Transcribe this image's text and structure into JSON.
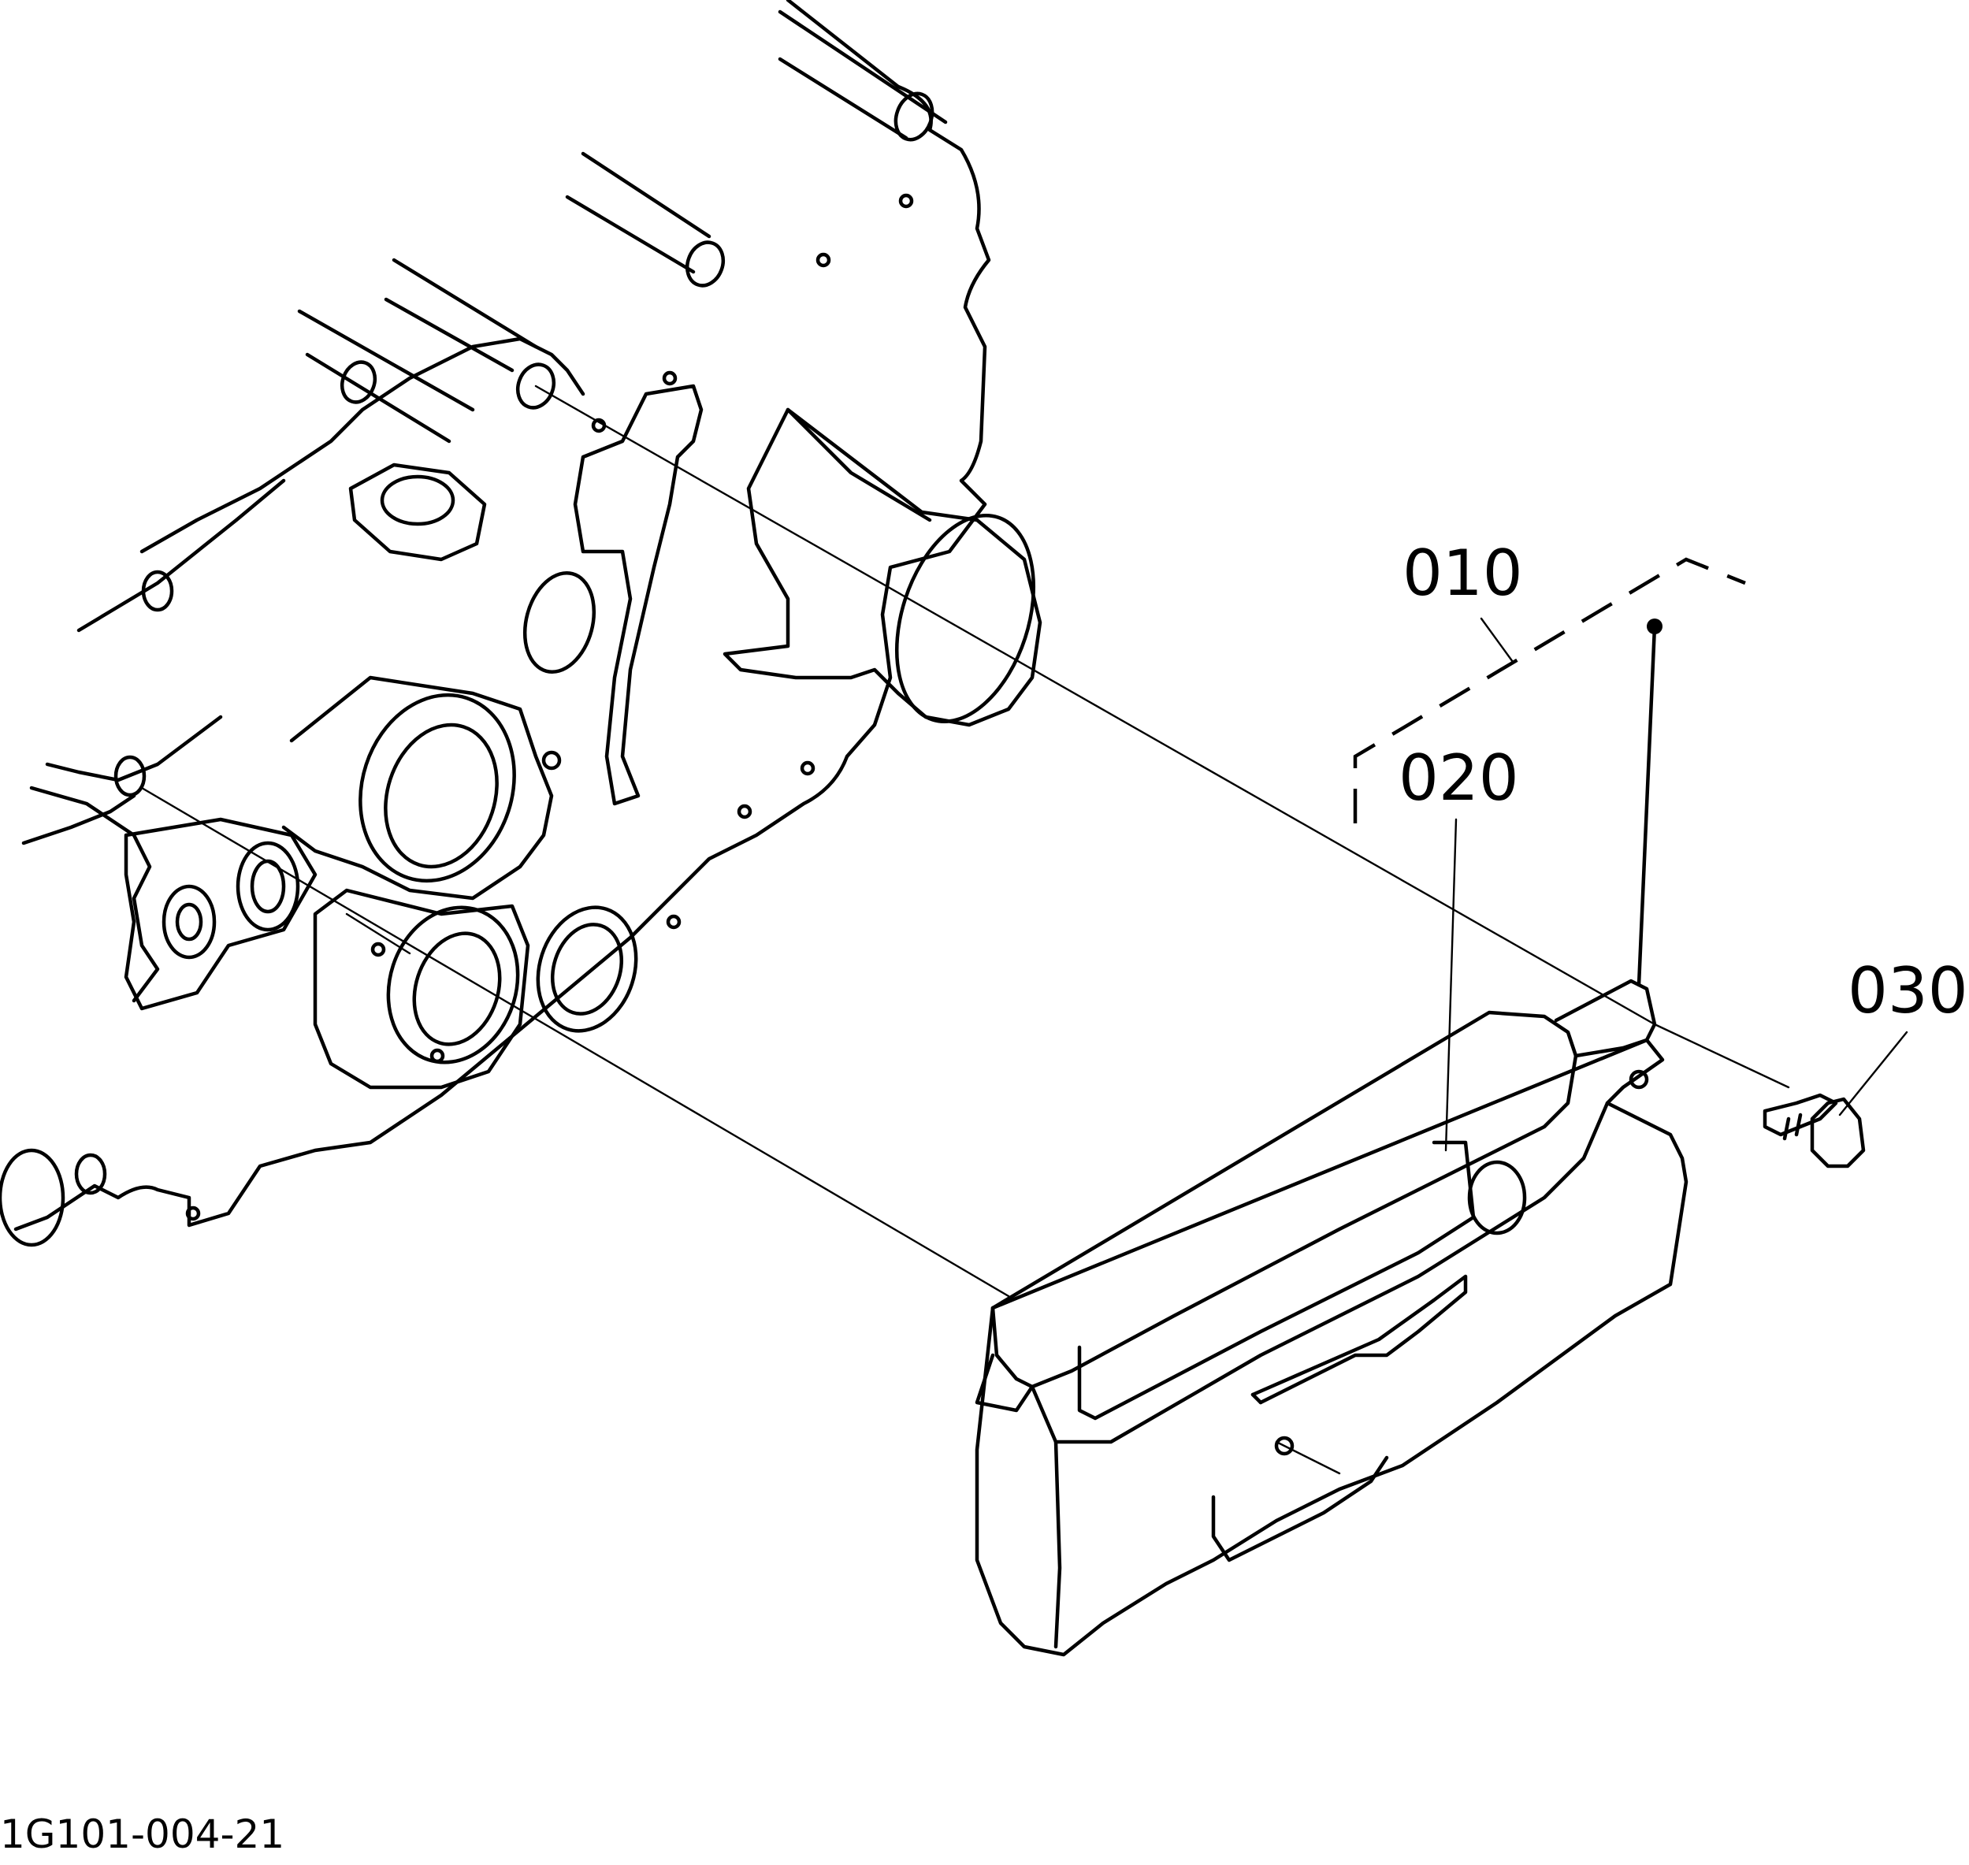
{
  "diagram": {
    "callouts": [
      {
        "id": "010"
      },
      {
        "id": "020"
      },
      {
        "id": "030"
      }
    ],
    "drawing_code": "1G101-004-21"
  }
}
